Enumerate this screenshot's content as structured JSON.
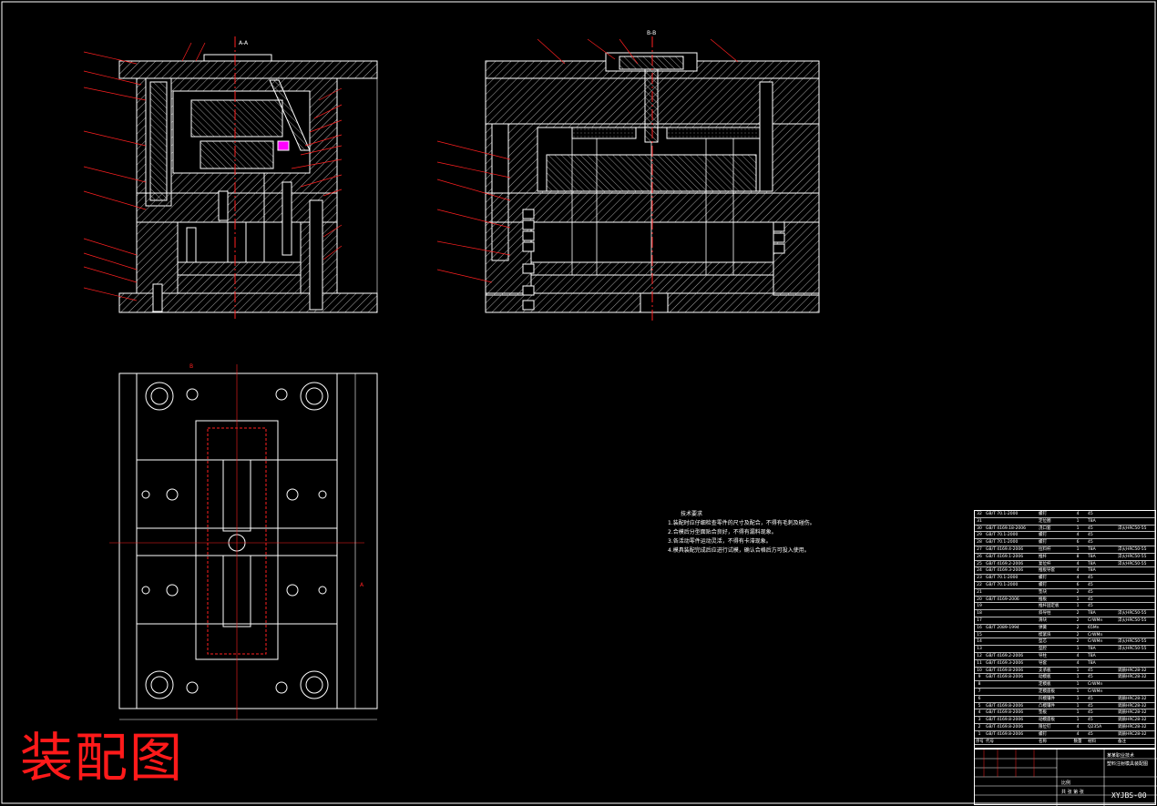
{
  "drawing": {
    "title": "装配图",
    "drawing_number": "XYJBS-00"
  },
  "section_labels": {
    "view_a": "A-A",
    "view_b": "B-B",
    "plan_mark_b": "B",
    "plan_mark_a": "A"
  },
  "technical_requirements": {
    "title": "技术要求",
    "items": [
      "1.装配时应仔细检查零件的尺寸及配合，不得有毛刺及碰伤。",
      "2.合模后分型面贴合良好，不得有漏料现象。",
      "3.各活动零件运动灵活，不得有卡滞现象。",
      "4.模具装配完成后应进行试模，确认合格后方可投入使用。"
    ]
  },
  "bom": {
    "rows": [
      [
        "32",
        "GB/T 70.1-2000",
        "螺钉",
        "4",
        "45",
        ""
      ],
      [
        "31",
        "",
        "定位圈",
        "1",
        "T8A",
        ""
      ],
      [
        "30",
        "GB/T 4169.18-2006",
        "浇口套",
        "1",
        "45",
        "淬火HRC50-55"
      ],
      [
        "29",
        "GB/T 70.1-2000",
        "螺钉",
        "4",
        "45",
        ""
      ],
      [
        "28",
        "GB/T 70.1-2000",
        "螺钉",
        "6",
        "45",
        ""
      ],
      [
        "27",
        "GB/T 4169.4-2006",
        "拉料杆",
        "1",
        "T8A",
        "淬火HRC50-55"
      ],
      [
        "26",
        "GB/T 4169.1-2006",
        "推杆",
        "8",
        "T8A",
        "淬火HRC50-55"
      ],
      [
        "25",
        "GB/T 4169.2-2006",
        "复位杆",
        "4",
        "T8A",
        "淬火HRC50-55"
      ],
      [
        "24",
        "GB/T 4169.3-2006",
        "推板导套",
        "4",
        "T8A",
        ""
      ],
      [
        "23",
        "GB/T 70.1-2000",
        "螺钉",
        "4",
        "45",
        ""
      ],
      [
        "22",
        "GB/T 70.1-2000",
        "螺钉",
        "6",
        "45",
        ""
      ],
      [
        "21",
        "",
        "垫块",
        "2",
        "45",
        ""
      ],
      [
        "20",
        "GB/T 4169-2006",
        "推板",
        "1",
        "45",
        ""
      ],
      [
        "19",
        "",
        "推杆固定板",
        "1",
        "45",
        ""
      ],
      [
        "18",
        "",
        "斜导柱",
        "2",
        "T8A",
        "淬火HRC50-55"
      ],
      [
        "17",
        "",
        "滑块",
        "2",
        "CrWMn",
        "淬火HRC50-55"
      ],
      [
        "16",
        "GB/T 2089-1994",
        "弹簧",
        "2",
        "65Mn",
        ""
      ],
      [
        "15",
        "",
        "楔紧块",
        "2",
        "CrWMn",
        ""
      ],
      [
        "14",
        "",
        "型芯",
        "2",
        "CrWMn",
        "淬火HRC50-55"
      ],
      [
        "13",
        "",
        "型腔",
        "1",
        "T8A",
        "淬火HRC50-55"
      ],
      [
        "12",
        "GB/T 4169.2-2006",
        "导柱",
        "4",
        "T8A",
        ""
      ],
      [
        "11",
        "GB/T 4169.3-2006",
        "导套",
        "4",
        "T8A",
        ""
      ],
      [
        "10",
        "GB/T 4169.8-2006",
        "支承板",
        "1",
        "45",
        "调质HRC28-32"
      ],
      [
        "9",
        "GB/T 4169.8-2006",
        "动模板",
        "1",
        "45",
        "调质HRC28-32"
      ],
      [
        "8",
        "",
        "定模板",
        "1",
        "CrWMn",
        ""
      ],
      [
        "7",
        "",
        "定模座板",
        "1",
        "CrWMn",
        ""
      ],
      [
        "6",
        "",
        "凹模镶件",
        "1",
        "45",
        "调质HRC28-32"
      ],
      [
        "5",
        "GB/T 4169.8-2006",
        "凸模镶件",
        "1",
        "45",
        "调质HRC28-32"
      ],
      [
        "4",
        "GB/T 4169.8-2006",
        "垫板",
        "1",
        "45",
        "调质HRC28-32"
      ],
      [
        "3",
        "GB/T 4169.8-2006",
        "动模座板",
        "1",
        "45",
        "调质HRC28-32"
      ],
      [
        "2",
        "GB/T 4169.8-2006",
        "限位钉",
        "4",
        "Q235A",
        "调质HRC28-32"
      ],
      [
        "1",
        "GB/T 4169.8-2006",
        "螺钉",
        "4",
        "45",
        "调质HRC28-32"
      ]
    ],
    "header": [
      "序号",
      "代号",
      "名称",
      "数量",
      "材料",
      "备注"
    ]
  },
  "title_block": {
    "school_line1": "某某职业技术",
    "school_line2": "塑料注射模具装配图",
    "scale_label": "比例",
    "sheet_label": "共 张 第 张"
  },
  "colors": {
    "background": "#000000",
    "line": "#ffffff",
    "hatch": "#c8c8c8",
    "center_line": "#ff2020",
    "leader": "#ff2020",
    "title_red": "#ff1a1a",
    "highlight": "#ff00ff"
  }
}
